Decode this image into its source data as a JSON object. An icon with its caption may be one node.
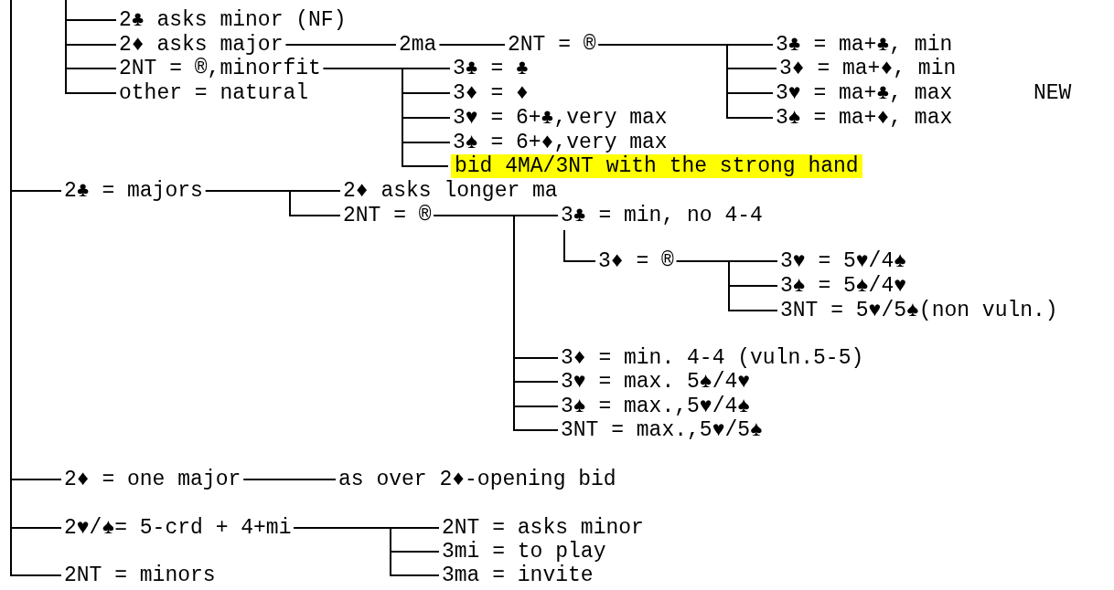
{
  "diagram": {
    "nodes": [
      {
        "text": [
          "2♣ asks minor (NF)"
        ]
      },
      {
        "text": [
          "2♦ asks major"
        ]
      },
      {
        "text": [
          "2ma"
        ]
      },
      {
        "text": [
          "2NT = ®"
        ]
      },
      {
        "text": [
          "3♣ = ma+♣, min"
        ]
      },
      {
        "text": [
          "3♦ = ma+♦, min"
        ]
      },
      {
        "text": [
          "3♥ = ma+♣, max"
        ]
      },
      {
        "text": [
          "3♠ = ma+♦, max"
        ]
      },
      {
        "text": [
          "2NT = ®,minorfit"
        ]
      },
      {
        "text": [
          "3♣ = ♣"
        ]
      },
      {
        "text": [
          "3♦ = ♦"
        ]
      },
      {
        "text": [
          "3♥ = 6+♣,very max"
        ]
      },
      {
        "text": [
          "3♠ = 6+♦,very max"
        ]
      },
      {
        "text": [
          "bid 4MA/3NT with the strong hand"
        ]
      },
      {
        "text": [
          "other = natural"
        ]
      },
      {
        "text": [
          "2♣ = majors"
        ]
      },
      {
        "text": [
          "2♦ asks longer ma"
        ]
      },
      {
        "text": [
          "2NT = ®"
        ]
      },
      {
        "text": [
          "3♣ = min, no 4-4"
        ]
      },
      {
        "text": [
          "3♦ = ®"
        ]
      },
      {
        "text": [
          "3♥ = 5♥/4♠"
        ]
      },
      {
        "text": [
          "3♠ = 5♠/4♥"
        ]
      },
      {
        "text": [
          "3NT = 5♥/5♠(non vuln.)"
        ]
      },
      {
        "text": [
          "3♦ = min. 4-4 (vuln.5-5)"
        ]
      },
      {
        "text": [
          "3♥ = max. 5♠/4♥"
        ]
      },
      {
        "text": [
          "3♠ = max.,5♥/4♠"
        ]
      },
      {
        "text": [
          "3NT = max.,5♥/5♠"
        ]
      },
      {
        "text": [
          "2♦ = one major"
        ]
      },
      {
        "text": [
          "as over 2♦-opening bid"
        ]
      },
      {
        "text": [
          "2♥/♠= 5-crd + 4+mi"
        ]
      },
      {
        "text": [
          "2NT = asks minor"
        ]
      },
      {
        "text": [
          "3mi = to play"
        ]
      },
      {
        "text": [
          "3ma = invite"
        ]
      },
      {
        "text": [
          "2NT = minors"
        ]
      }
    ],
    "edges": [
      {
        "from": null,
        "to": 0,
        "arrow": "none"
      },
      {
        "from": null,
        "to": 1,
        "arrow": "none"
      },
      {
        "from": null,
        "to": 8,
        "arrow": "none"
      },
      {
        "from": null,
        "to": 14,
        "arrow": "none"
      },
      {
        "from": 1,
        "to": 2,
        "arrow": "none"
      },
      {
        "from": 2,
        "to": 3,
        "arrow": "none"
      },
      {
        "from": 3,
        "to": 4,
        "arrow": "none"
      },
      {
        "from": 3,
        "to": 5,
        "arrow": "none"
      },
      {
        "from": 3,
        "to": 6,
        "arrow": "none"
      },
      {
        "from": 3,
        "to": 7,
        "arrow": "none"
      },
      {
        "from": 8,
        "to": 9,
        "arrow": "none"
      },
      {
        "from": 8,
        "to": 10,
        "arrow": "none"
      },
      {
        "from": 8,
        "to": 11,
        "arrow": "none"
      },
      {
        "from": 8,
        "to": 12,
        "arrow": "none"
      },
      {
        "from": 8,
        "to": 13,
        "arrow": "none"
      },
      {
        "from": null,
        "to": 15,
        "arrow": "none"
      },
      {
        "from": null,
        "to": 27,
        "arrow": "none"
      },
      {
        "from": null,
        "to": 29,
        "arrow": "none"
      },
      {
        "from": null,
        "to": 33,
        "arrow": "none"
      },
      {
        "from": 15,
        "to": 16,
        "arrow": "none"
      },
      {
        "from": 15,
        "to": 17,
        "arrow": "none"
      },
      {
        "from": 17,
        "to": 18,
        "arrow": "none"
      },
      {
        "from": 18,
        "to": 19,
        "arrow": "none"
      },
      {
        "from": 19,
        "to": 20,
        "arrow": "none"
      },
      {
        "from": 19,
        "to": 21,
        "arrow": "none"
      },
      {
        "from": 19,
        "to": 22,
        "arrow": "none"
      },
      {
        "from": 17,
        "to": 23,
        "arrow": "none"
      },
      {
        "from": 17,
        "to": 24,
        "arrow": "none"
      },
      {
        "from": 17,
        "to": 25,
        "arrow": "none"
      },
      {
        "from": 17,
        "to": 26,
        "arrow": "none"
      },
      {
        "from": 27,
        "to": 28,
        "arrow": "none"
      },
      {
        "from": 29,
        "to": 30,
        "arrow": "none"
      },
      {
        "from": 29,
        "to": 31,
        "arrow": "none"
      },
      {
        "from": 29,
        "to": 32,
        "arrow": "none"
      }
    ],
    "labels": [
      "NEW"
    ]
  }
}
